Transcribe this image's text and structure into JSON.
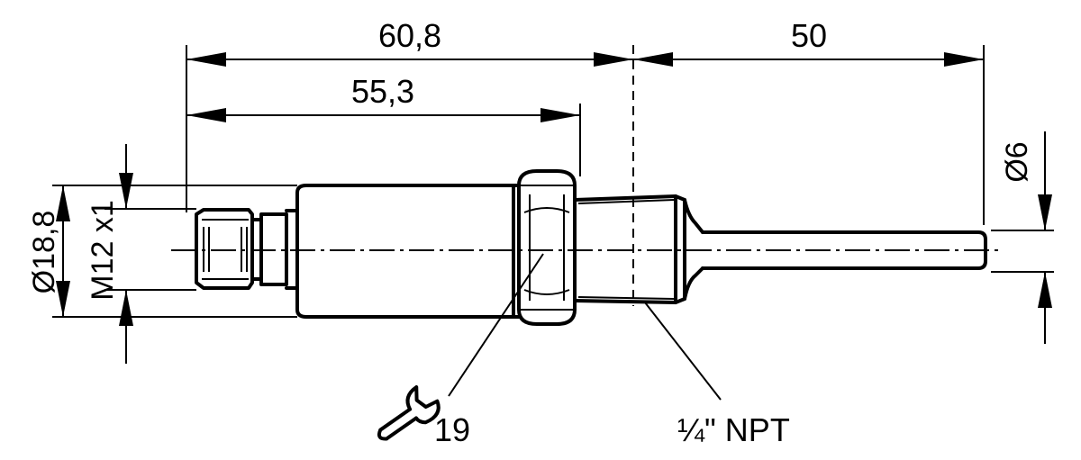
{
  "dimensions": {
    "overall_length": "60,8",
    "body_length": "55,3",
    "probe_length": "50",
    "body_diameter": "Ø18,8",
    "connector_thread": "M12 x1",
    "probe_diameter": "Ø6"
  },
  "callouts": {
    "wrench_size": "19",
    "process_thread": "¼\" NPT"
  },
  "icons": {
    "wrench": "wrench-icon"
  },
  "colors": {
    "line": "#000000",
    "background": "#ffffff"
  }
}
